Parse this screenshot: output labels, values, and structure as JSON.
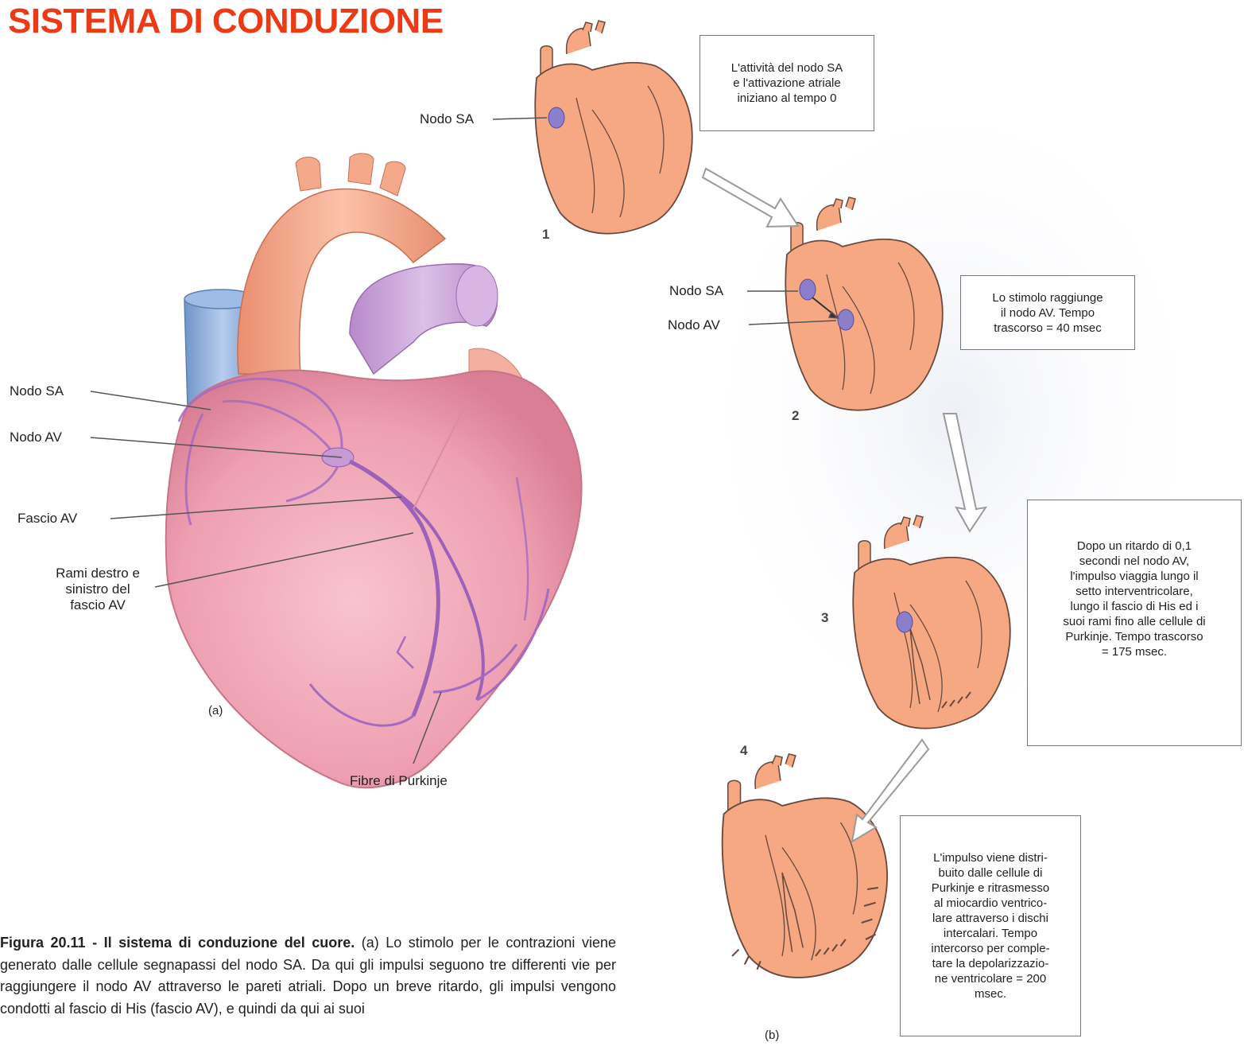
{
  "title": "SISTEMA DI CONDUZIONE",
  "panel_a": {
    "labels": {
      "nodo_sa": "Nodo SA",
      "nodo_av": "Nodo AV",
      "fascio_av": "Fascio AV",
      "rami_line1": "Rami destro e",
      "rami_line2": "sinistro del",
      "rami_line3": "fascio AV",
      "fibre": "Fibre di Purkinje",
      "panel_letter": "(a)"
    }
  },
  "panel_b": {
    "panel_letter": "(b)",
    "steps": [
      {
        "number": "1",
        "labels": [
          "Nodo SA"
        ],
        "box_lines": [
          "L'attività del nodo SA",
          "e l'attivazione atriale",
          "iniziano al tempo 0"
        ]
      },
      {
        "number": "2",
        "labels": [
          "Nodo SA",
          "Nodo AV"
        ],
        "box_lines": [
          "Lo stimolo raggiunge",
          "il nodo AV. Tempo",
          "trascorso = 40 msec"
        ]
      },
      {
        "number": "3",
        "labels": [],
        "box_lines": [
          "Dopo un ritardo di 0,1",
          "secondi nel nodo AV,",
          "l'impulso viaggia lungo il",
          "setto interventricolare,",
          "lungo il fascio di His ed i",
          "suoi rami fino alle cellule di",
          "Purkinje. Tempo trascorso",
          "= 175 msec."
        ]
      },
      {
        "number": "4",
        "labels": [],
        "box_lines": [
          "L'impulso viene distri-",
          "buito dalle cellule di",
          "Purkinje e ritrasmesso",
          "al miocardio ventrico-",
          "lare attraverso i dischi",
          "intercalari. Tempo",
          "intercorso per comple-",
          "tare la depolarizzazio-",
          "ne ventricolare = 200",
          "msec."
        ]
      }
    ]
  },
  "caption": {
    "bold_part": "Figura 20.11 - Il sistema di conduzione del cuore.",
    "text_part": " (a) Lo stimolo per le contrazioni viene generato dalle cellule segnapassi del nodo SA. Da qui gli impulsi seguono tre differenti vie per raggiungere il nodo AV attraverso le pareti atriali. Dopo un breve ritardo, gli impulsi vengono condotti al fascio di His (fascio AV), e quindi da qui ai suoi"
  },
  "colors": {
    "title": "#ee3a14",
    "heart_small": "#f6a883",
    "heart_big": "#f2a3b4",
    "aorta": "#f5a98c",
    "vein_blue": "#8fb2dd",
    "pulmonary": "#c9a3d8",
    "conduction_path": "#a46bc0",
    "node": "#8b7fcc"
  }
}
